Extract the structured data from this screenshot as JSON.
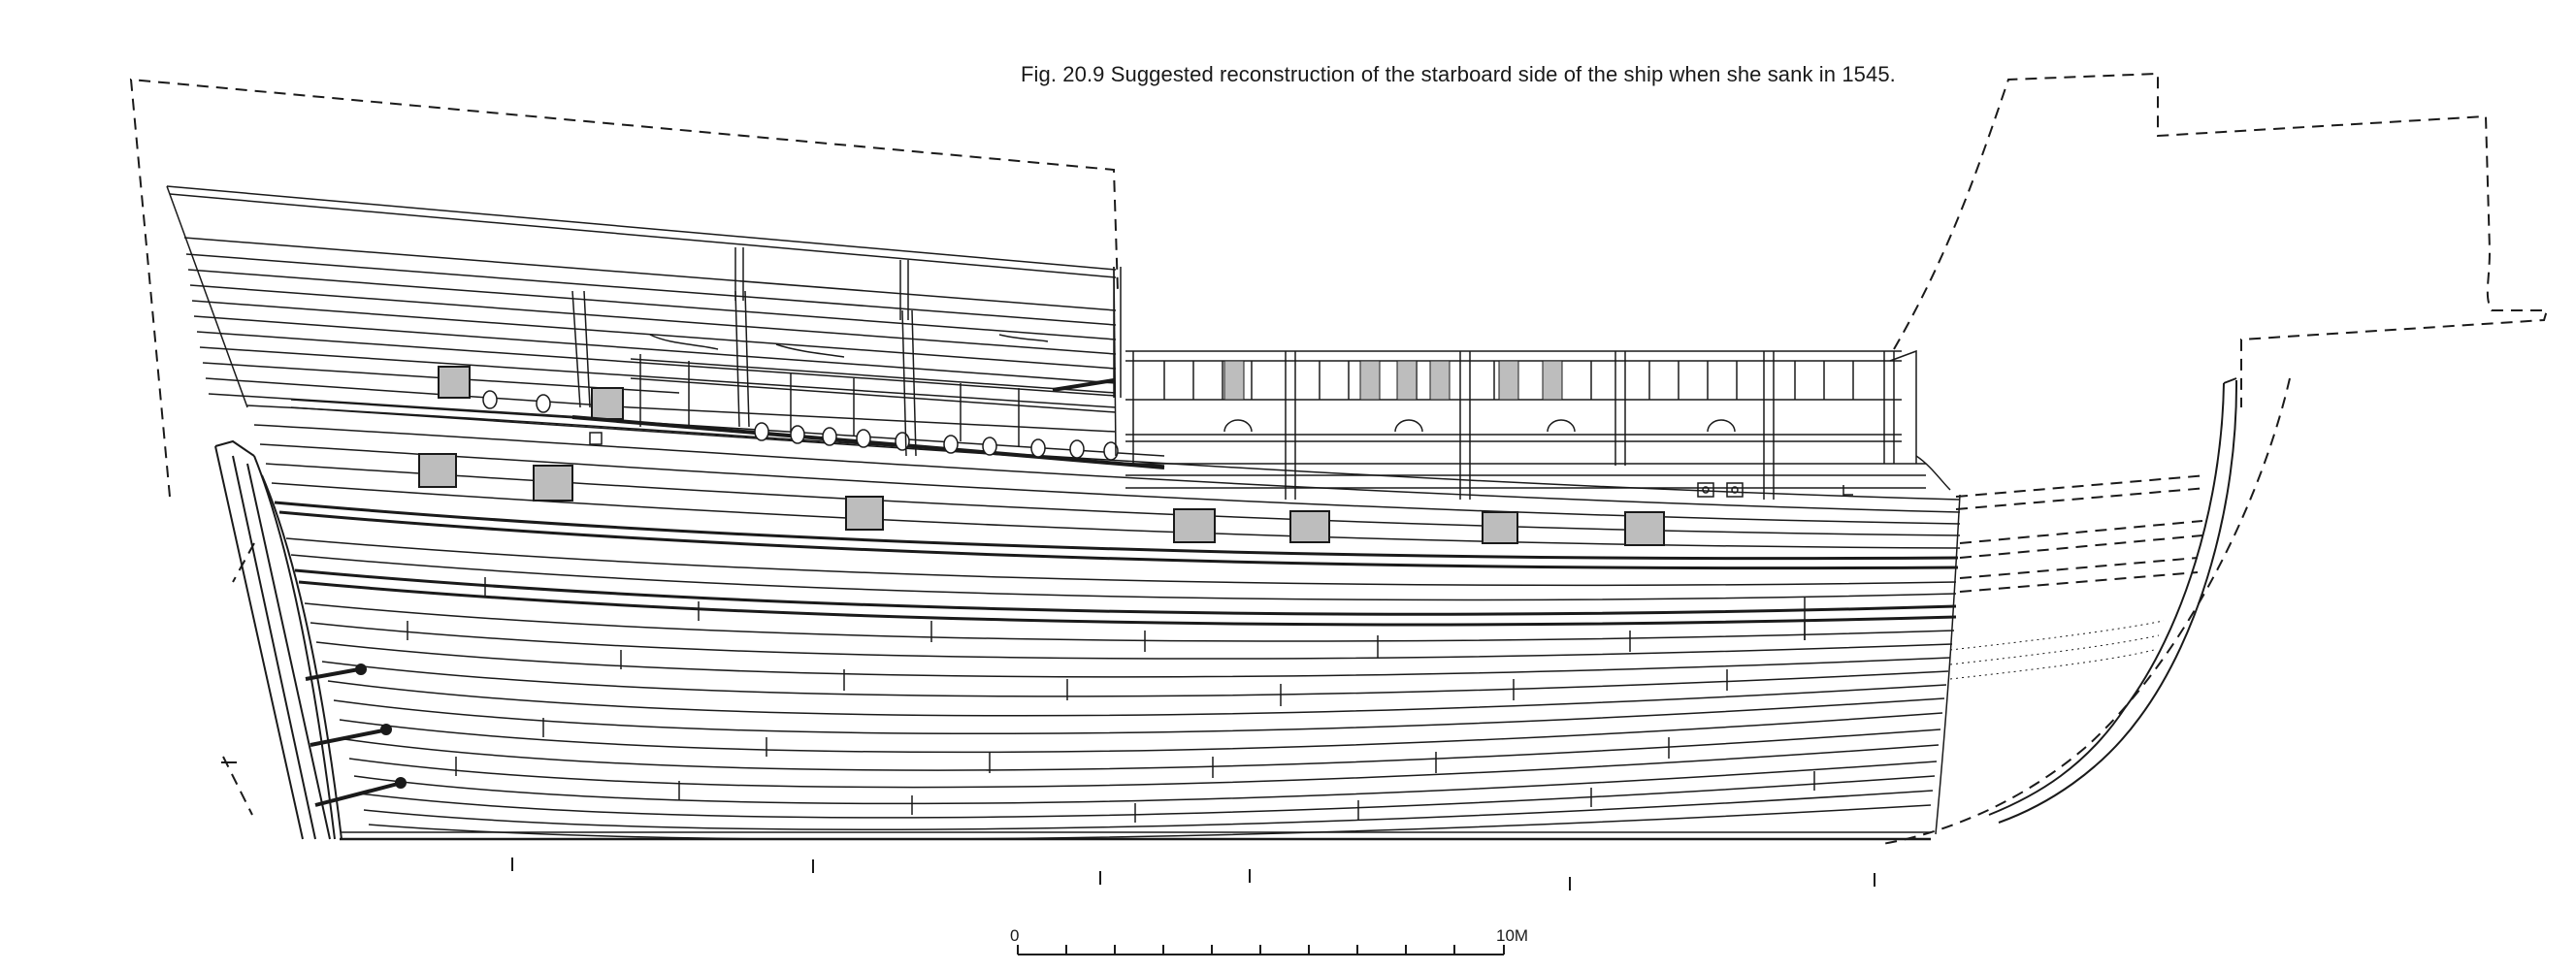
{
  "figure": {
    "caption": "Fig. 20.9 Suggested reconstruction of the starboard side of the ship when she sank in 1545."
  },
  "scale_bar": {
    "start_label": "0",
    "end_label": "10M"
  },
  "colors": {
    "ink": "#1a1a1a",
    "port_fill": "#bdbdbd",
    "background": "#ffffff"
  }
}
